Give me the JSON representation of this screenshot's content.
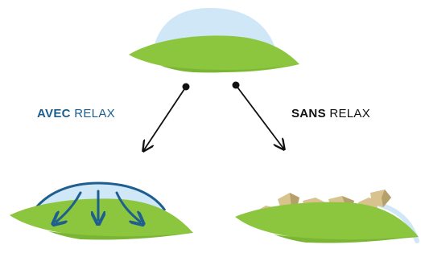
{
  "labels": {
    "with": {
      "bold": "AVEC",
      "rest": "RELAX"
    },
    "without": {
      "bold": "SANS",
      "rest": "RELAX"
    }
  },
  "colors": {
    "leaf": "#8cc63f",
    "leaf_dark": "#5f9f2a",
    "dome": "#cfe7f7",
    "dome_outline": "#1e5f8f",
    "arrow_blue": "#1e5f8f",
    "with_text": "#1b5e8e",
    "without_text": "#111111",
    "crystal": "#d8c38f",
    "crystal_dark": "#b59f6a",
    "connector": "#111111"
  }
}
